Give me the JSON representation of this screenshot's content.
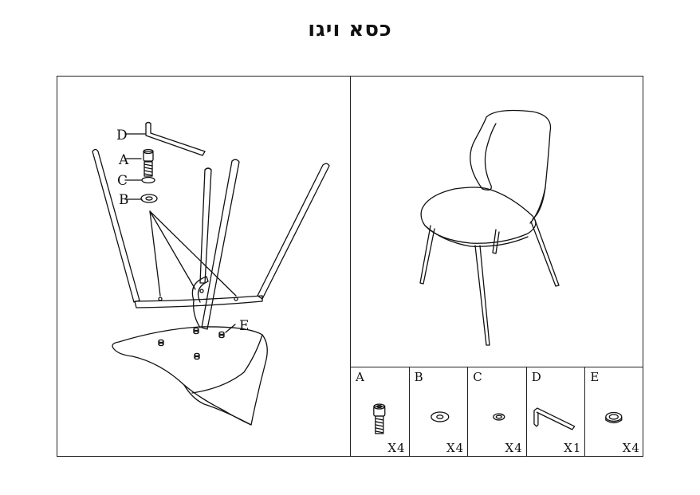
{
  "title": "כסא ויגו",
  "assembly": {
    "labels": {
      "D": "D",
      "A": "A",
      "C": "C",
      "B": "B",
      "E": "E"
    }
  },
  "parts": [
    {
      "letter": "A",
      "qty": "X4",
      "icon": "bolt-icon"
    },
    {
      "letter": "B",
      "qty": "X4",
      "icon": "washer-icon"
    },
    {
      "letter": "C",
      "qty": "X4",
      "icon": "spring-washer-icon"
    },
    {
      "letter": "D",
      "qty": "X1",
      "icon": "allen-key-icon"
    },
    {
      "letter": "E",
      "qty": "X4",
      "icon": "nut-insert-icon"
    }
  ]
}
